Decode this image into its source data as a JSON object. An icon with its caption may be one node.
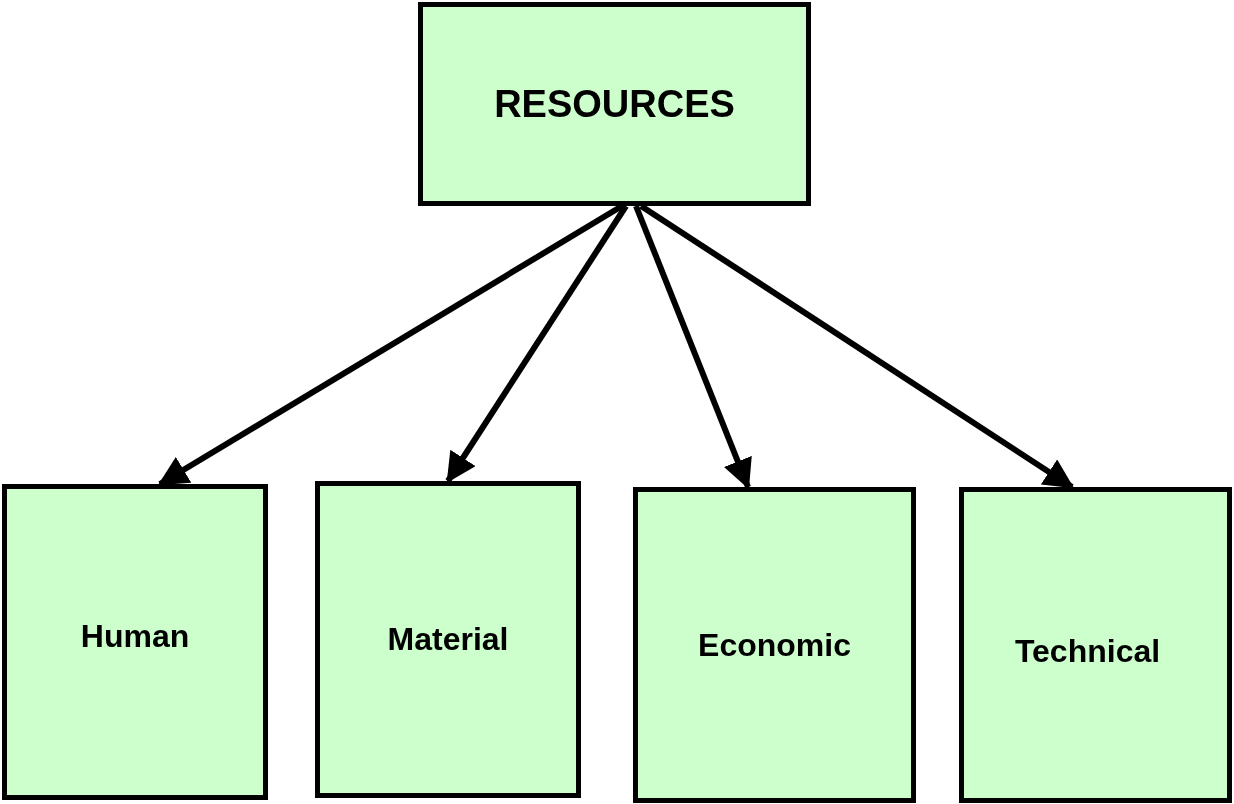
{
  "diagram": {
    "nodes": [
      {
        "text": [
          "RESOURCES"
        ]
      },
      {
        "text": [
          "Human"
        ]
      },
      {
        "text": [
          "Material"
        ]
      },
      {
        "text": [
          "Economic"
        ]
      },
      {
        "text": [
          "Technical"
        ]
      }
    ],
    "edges": [
      {
        "from": 0,
        "to": 1,
        "arrow": "to"
      },
      {
        "from": 0,
        "to": 2,
        "arrow": "to"
      },
      {
        "from": 0,
        "to": 3,
        "arrow": "to"
      },
      {
        "from": 0,
        "to": 4,
        "arrow": "to"
      }
    ]
  }
}
